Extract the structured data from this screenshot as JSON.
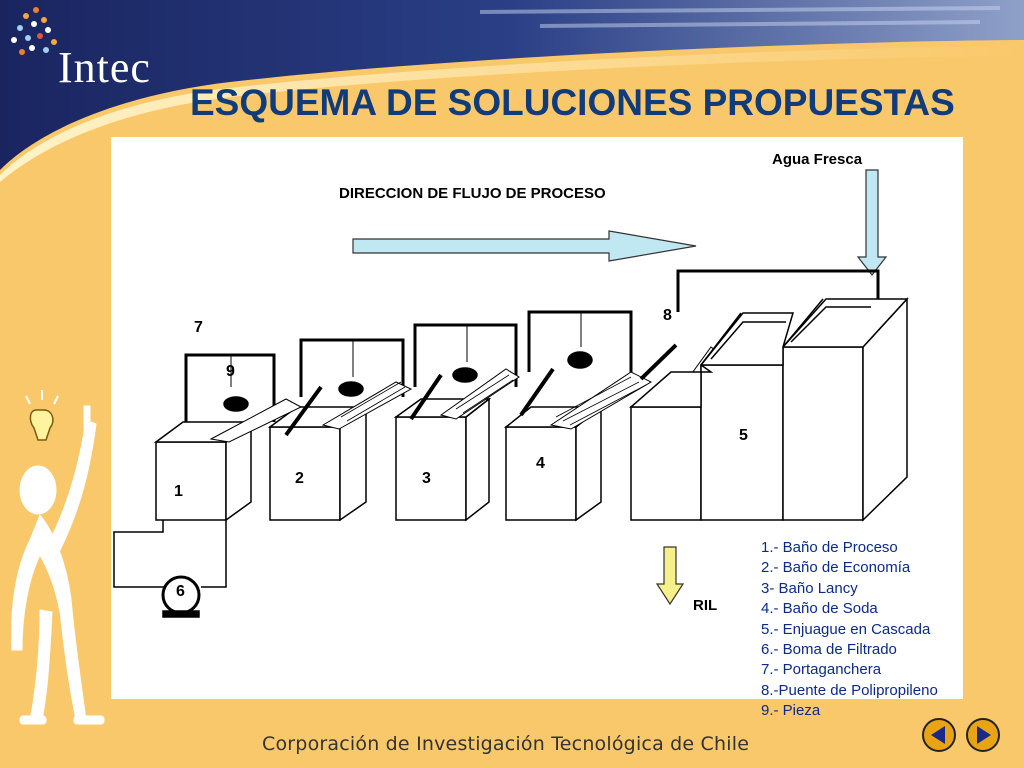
{
  "logo": {
    "text": "Intec"
  },
  "title": "ESQUEMA DE SOLUCIONES PROPUESTAS",
  "diagram": {
    "flow_label": "DIRECCION DE FLUJO DE PROCESO",
    "fresh_water_label": "Agua Fresca",
    "ril_label": "RIL",
    "numbers": {
      "n1": "1",
      "n2": "2",
      "n3": "3",
      "n4": "4",
      "n5": "5",
      "n6": "6",
      "n7": "7",
      "n8": "8",
      "n9": "9"
    }
  },
  "legend": [
    "1.- Baño de Proceso",
    "2.- Baño de Economía",
    "3- Baño Lancy",
    "4.- Baño de Soda",
    "5.- Enjuague en Cascada",
    "6.- Boma de Filtrado",
    "7.- Portaganchera",
    "8.-Puente de Polipropileno",
    "9.- Pieza"
  ],
  "footer": "Corporación de Investigación Tecnológica de Chile",
  "nav": {
    "prev_icon": "triangle-left-icon",
    "next_icon": "triangle-right-icon"
  },
  "colors": {
    "background": "#f9c86a",
    "header": "#1b2a6b",
    "title": "#103c7c",
    "arrow": "#bfe8f2",
    "ril_arrow": "#f6f08a",
    "legend": "#0b2a8a"
  }
}
